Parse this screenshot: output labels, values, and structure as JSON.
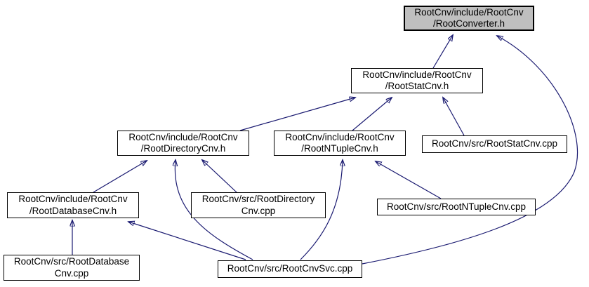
{
  "diagram": {
    "type": "include-dependency-graph",
    "background_color": "#ffffff",
    "edge_color": "#191970",
    "node_fill": "#ffffff",
    "node_border": "#000000",
    "highlight_fill": "#bfbfbf"
  },
  "nodes": {
    "converter_h": {
      "label": "RootCnv/include/RootCnv\n/RootConverter.h",
      "highlighted": true
    },
    "statcnv_h": {
      "label": "RootCnv/include/RootCnv\n/RootStatCnv.h",
      "highlighted": false
    },
    "directorycnv_h": {
      "label": "RootCnv/include/RootCnv\n/RootDirectoryCnv.h",
      "highlighted": false
    },
    "ntuplecnv_h": {
      "label": "RootCnv/include/RootCnv\n/RootNTupleCnv.h",
      "highlighted": false
    },
    "statcnv_cpp": {
      "label": "RootCnv/src/RootStatCnv.cpp",
      "highlighted": false
    },
    "databasecnv_h": {
      "label": "RootCnv/include/RootCnv\n/RootDatabaseCnv.h",
      "highlighted": false
    },
    "directorycnv_cpp": {
      "label": "RootCnv/src/RootDirectory\nCnv.cpp",
      "highlighted": false
    },
    "ntuplecnv_cpp": {
      "label": "RootCnv/src/RootNTupleCnv.cpp",
      "highlighted": false
    },
    "databasecnv_cpp": {
      "label": "RootCnv/src/RootDatabase\nCnv.cpp",
      "highlighted": false
    },
    "cnvsvc_cpp": {
      "label": "RootCnv/src/RootCnvSvc.cpp",
      "highlighted": false
    }
  },
  "edges": [
    {
      "from": "statcnv_h",
      "to": "converter_h"
    },
    {
      "from": "cnvsvc_cpp",
      "to": "converter_h"
    },
    {
      "from": "directorycnv_h",
      "to": "statcnv_h"
    },
    {
      "from": "ntuplecnv_h",
      "to": "statcnv_h"
    },
    {
      "from": "statcnv_cpp",
      "to": "statcnv_h"
    },
    {
      "from": "databasecnv_h",
      "to": "directorycnv_h"
    },
    {
      "from": "directorycnv_cpp",
      "to": "directorycnv_h"
    },
    {
      "from": "cnvsvc_cpp",
      "to": "directorycnv_h"
    },
    {
      "from": "cnvsvc_cpp",
      "to": "ntuplecnv_h"
    },
    {
      "from": "ntuplecnv_cpp",
      "to": "ntuplecnv_h"
    },
    {
      "from": "databasecnv_cpp",
      "to": "databasecnv_h"
    },
    {
      "from": "cnvsvc_cpp",
      "to": "databasecnv_h"
    }
  ]
}
